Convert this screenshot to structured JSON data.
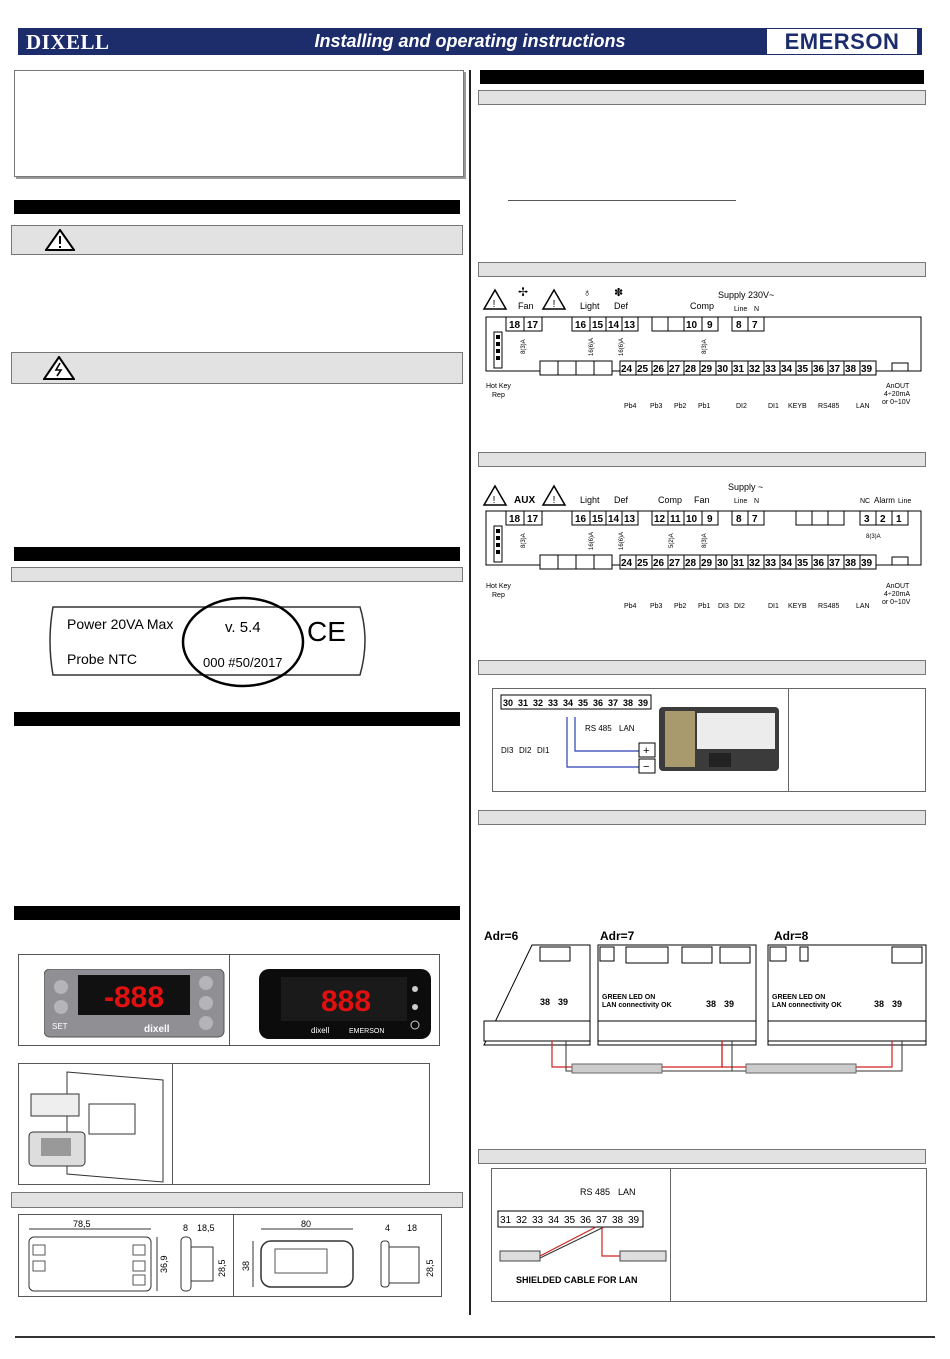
{
  "header": {
    "brand_left": "DIXELL",
    "title": "Installing and operating instructions",
    "brand_right": "EMERSON"
  },
  "label_sticker": {
    "power": "Power 20VA Max",
    "probe": "Probe NTC",
    "version": "v. 5.4",
    "serial": "000 #50/2017",
    "ce": "CE"
  },
  "panels": {
    "front_left_display": "-888",
    "front_right_display": "888",
    "brand_logo_left": "dixell",
    "brand_logo_right_a": "dixell",
    "brand_logo_right_b": "EMERSON",
    "set_label": "SET"
  },
  "dimensions": {
    "left_w": "78,5",
    "left_h": "36,9",
    "left_side_a": "8",
    "left_side_b": "18,5",
    "left_side_h": "28,5",
    "right_w": "80",
    "right_h": "38",
    "right_side_a": "4",
    "right_side_b": "18",
    "right_side_h": "28,5"
  },
  "wiring1": {
    "top_labels": [
      "Fan",
      "Light",
      "Def",
      "Comp"
    ],
    "supply": "Supply 230V~",
    "line": "Line",
    "n": "N",
    "top_terms": [
      "18",
      "17",
      "16",
      "15",
      "14",
      "13",
      "10",
      "9",
      "8",
      "7"
    ],
    "relay_ratings": [
      "8(3)A",
      "16(6)A",
      "16(6)A",
      "8(3)A"
    ],
    "bottom_terms": [
      "24",
      "25",
      "26",
      "27",
      "28",
      "29",
      "30",
      "31",
      "32",
      "33",
      "34",
      "35",
      "36",
      "37",
      "38",
      "39"
    ],
    "bottom_labels": [
      "Pb4",
      "Pb3",
      "Pb2",
      "Pb1",
      "DI2",
      "DI1",
      "KEYB",
      "RS485",
      "LAN"
    ],
    "hotkey": "Hot Key",
    "rep": "Rep",
    "anout": "AnOUT",
    "anout2": "4÷20mA",
    "anout3": "or 0÷10V"
  },
  "wiring2": {
    "top_labels": [
      "AUX",
      "Light",
      "Def",
      "Comp",
      "Fan"
    ],
    "supply": "Supply ~",
    "line": "Line",
    "n": "N",
    "alarm_labels": [
      "NC",
      "Alarm",
      "Line"
    ],
    "top_terms": [
      "18",
      "17",
      "16",
      "15",
      "14",
      "13",
      "12",
      "11",
      "10",
      "9",
      "8",
      "7",
      "3",
      "2",
      "1"
    ],
    "relay_ratings": [
      "8(3)A",
      "16(6)A",
      "16(6)A",
      "5(2)A",
      "8(3)A",
      "8(3)A"
    ],
    "bottom_terms": [
      "24",
      "25",
      "26",
      "27",
      "28",
      "29",
      "30",
      "31",
      "32",
      "33",
      "34",
      "35",
      "36",
      "37",
      "38",
      "39"
    ],
    "bottom_labels": [
      "Pb4",
      "Pb3",
      "Pb2",
      "Pb1",
      "DI3",
      "DI2",
      "DI1",
      "KEYB",
      "RS485",
      "LAN"
    ],
    "hotkey": "Hot Key",
    "rep": "Rep",
    "anout": "AnOUT",
    "anout2": "4÷20mA",
    "anout3": "or 0÷10V"
  },
  "keyboard_conn": {
    "terms": [
      "30",
      "31",
      "32",
      "33",
      "34",
      "35",
      "36",
      "37",
      "38",
      "39"
    ],
    "labels": [
      "DI3",
      "DI2",
      "DI1"
    ],
    "rs485": "RS 485",
    "lan": "LAN",
    "plus": "+",
    "minus": "−"
  },
  "lan_network": {
    "adr": [
      "Adr=6",
      "Adr=7",
      "Adr=8"
    ],
    "green_led": "GREEN LED ON",
    "lan_ok": "LAN connectivity OK",
    "t38": "38",
    "t39": "39"
  },
  "shielded": {
    "rs485": "RS 485",
    "lan": "LAN",
    "terms": [
      "31",
      "32",
      "33",
      "34",
      "35",
      "36",
      "37",
      "38",
      "39"
    ],
    "caption": "SHIELDED CABLE FOR LAN"
  }
}
